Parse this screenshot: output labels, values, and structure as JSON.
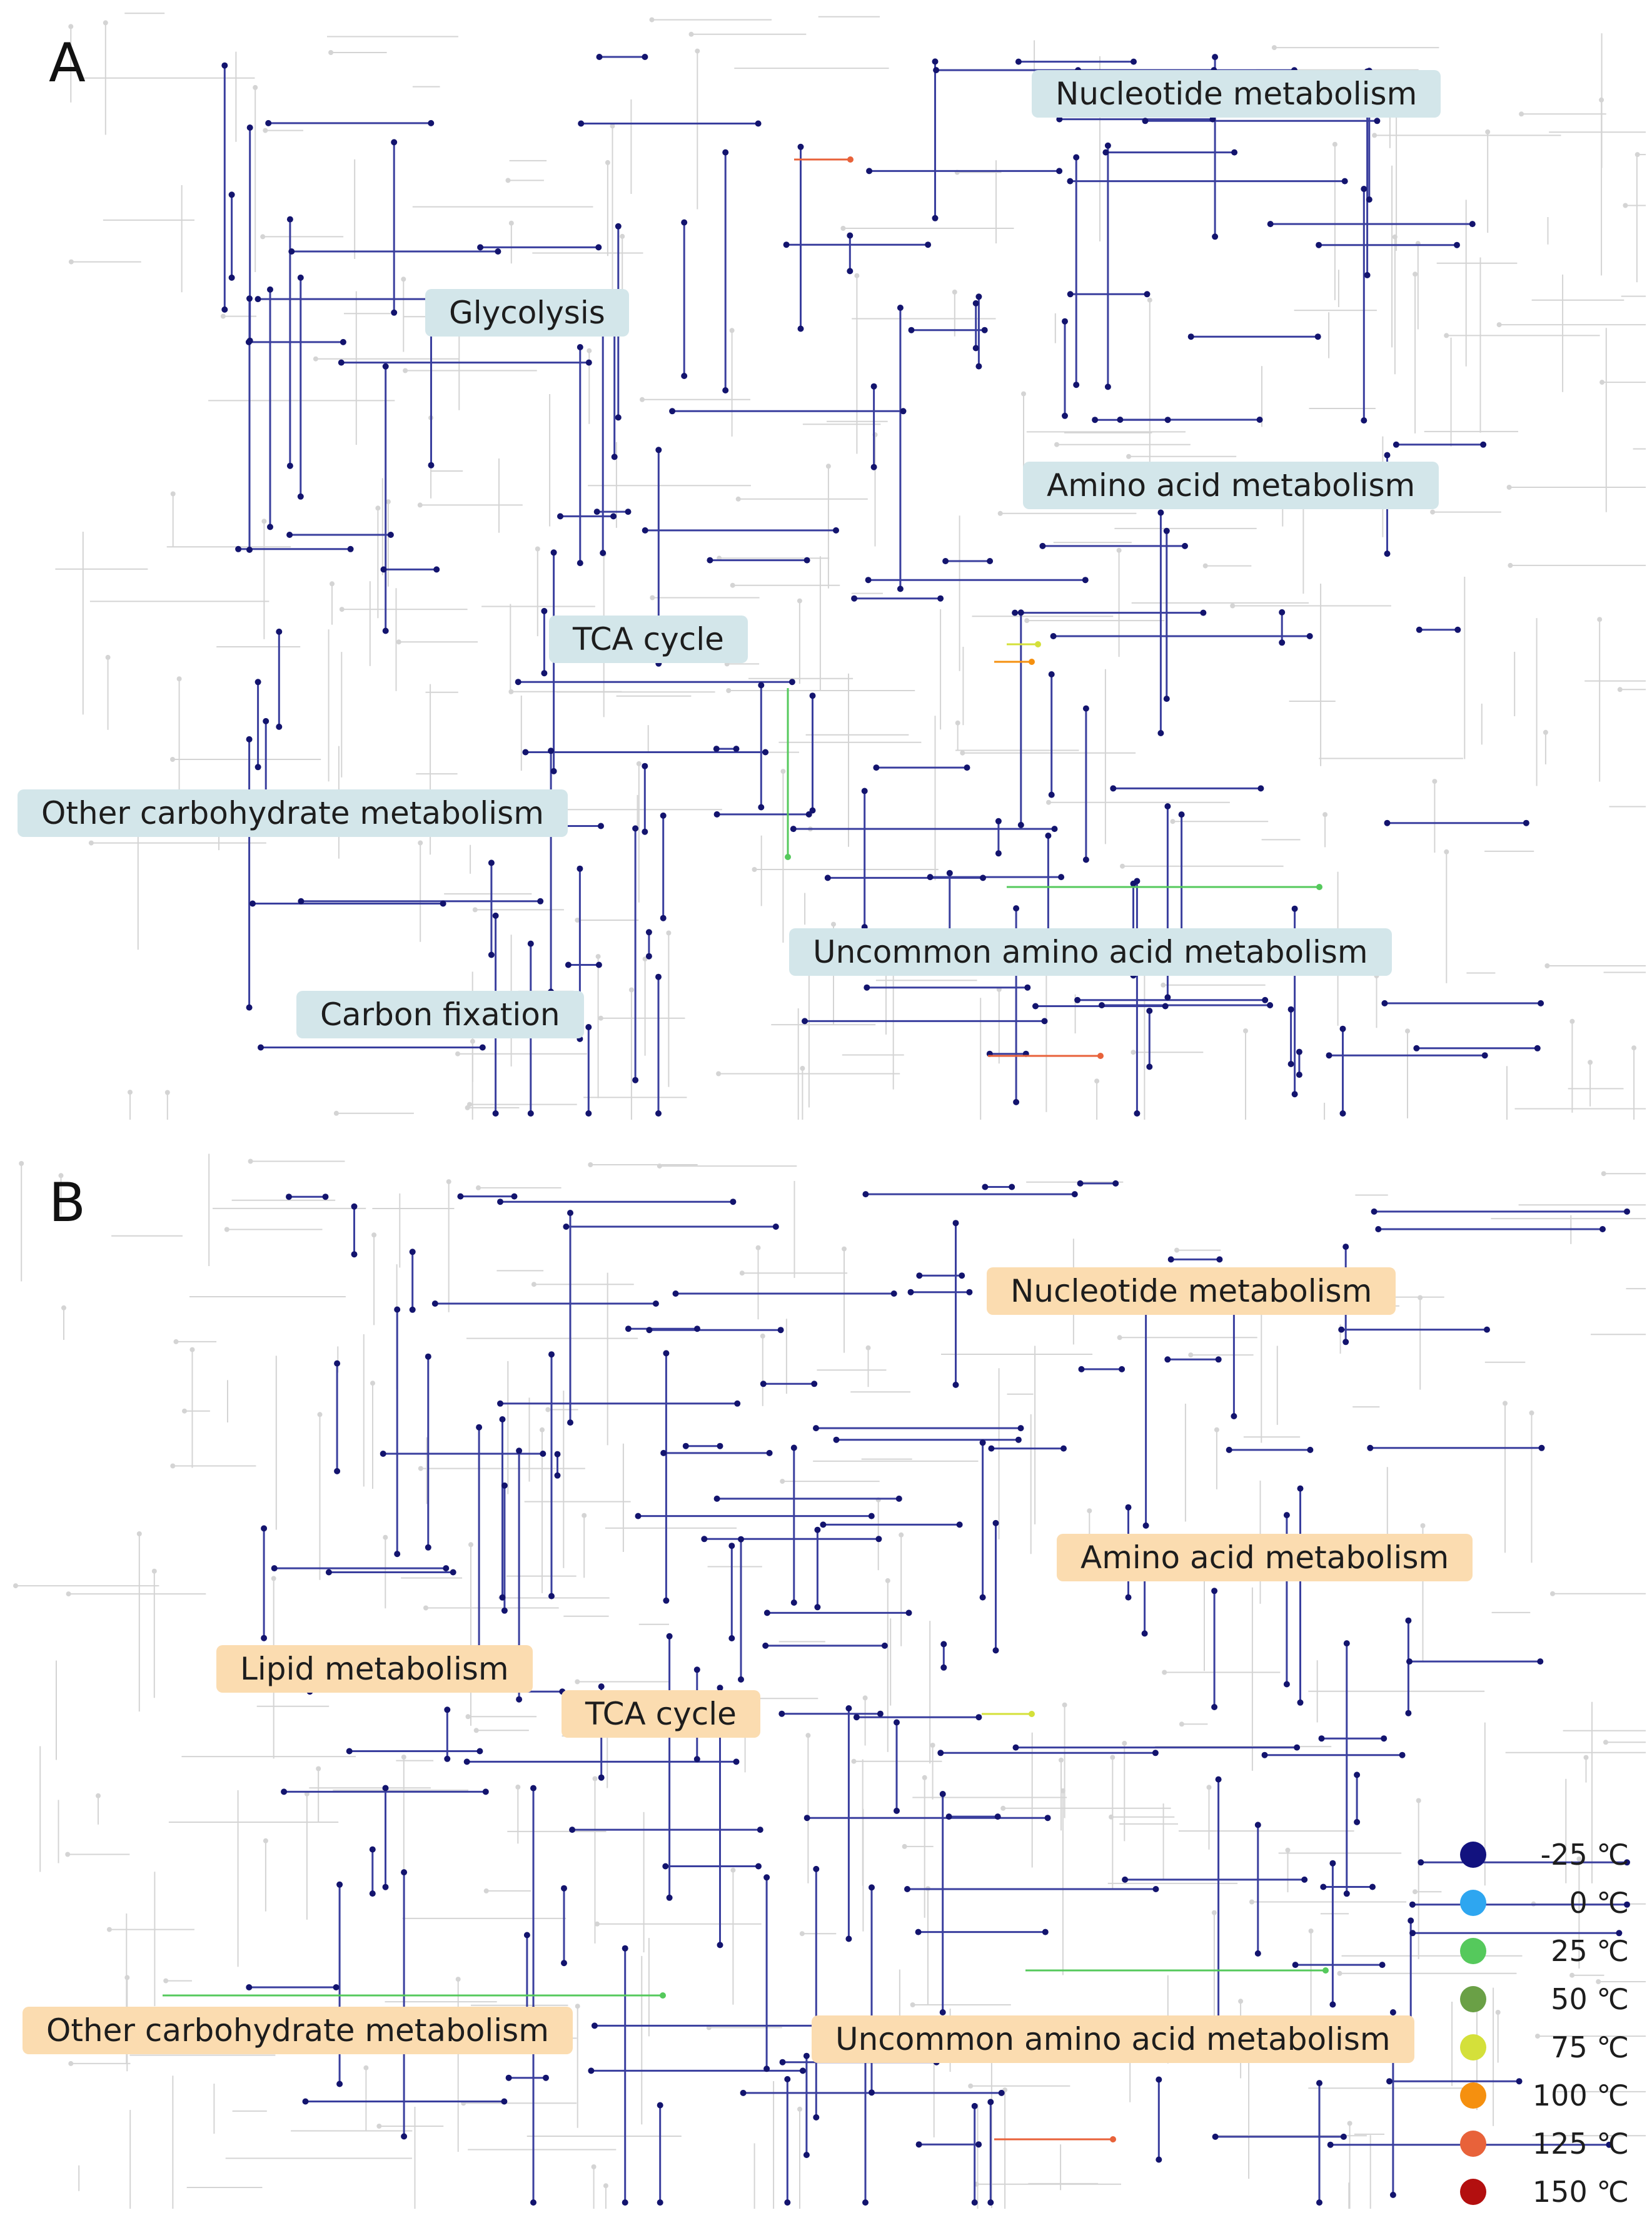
{
  "panels": [
    {
      "letter": "A",
      "label_color": "#d3e6ea",
      "regions": [
        {
          "label": "Nucleotide metabolism"
        },
        {
          "label": "Glycolysis"
        },
        {
          "label": "Amino acid metabolism"
        },
        {
          "label": "TCA cycle"
        },
        {
          "label": "Other carbohydrate metabolism"
        },
        {
          "label": "Uncommon amino acid metabolism"
        },
        {
          "label": "Carbon fixation"
        }
      ]
    },
    {
      "letter": "B",
      "label_color": "#fbdcb0",
      "regions": [
        {
          "label": "Nucleotide metabolism"
        },
        {
          "label": "Amino acid metabolism"
        },
        {
          "label": "Lipid metabolism"
        },
        {
          "label": "TCA cycle"
        },
        {
          "label": "Other carbohydrate metabolism"
        },
        {
          "label": "Uncommon amino acid metabolism"
        }
      ]
    }
  ],
  "legend": [
    {
      "label": "-25 ℃",
      "color": "#12127f"
    },
    {
      "label": "0 ℃",
      "color": "#2ea6f0"
    },
    {
      "label": "25 ℃",
      "color": "#55c95c"
    },
    {
      "label": "50 ℃",
      "color": "#6aa046"
    },
    {
      "label": "75 ℃",
      "color": "#d4e03a"
    },
    {
      "label": "100 ℃",
      "color": "#f5900f"
    },
    {
      "label": "125 ℃",
      "color": "#e8623a"
    },
    {
      "label": "150 ℃",
      "color": "#b30f0f"
    }
  ],
  "colors": {
    "background_map": "#d4d4d4",
    "pathway_line": "#3a3f9e",
    "pathway_node": "#13146e"
  }
}
